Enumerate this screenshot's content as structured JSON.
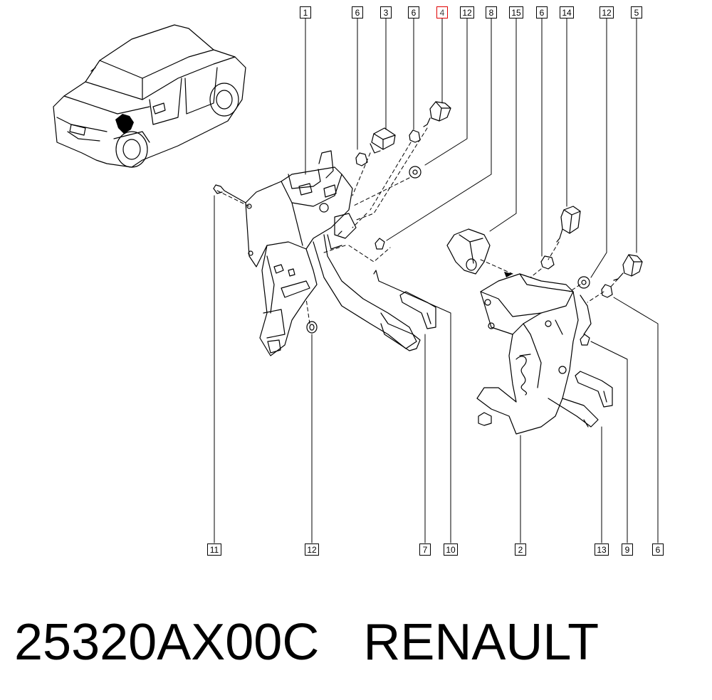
{
  "callouts": {
    "top": [
      "1",
      "6",
      "3",
      "6",
      "4",
      "12",
      "8",
      "15",
      "6",
      "14",
      "12",
      "5"
    ],
    "bottom": [
      "11",
      "12",
      "7",
      "10",
      "2",
      "13",
      "9",
      "6"
    ],
    "highlighted": "4"
  },
  "footer": {
    "part_number": "25320AX00C",
    "brand": "RENAULT"
  },
  "colors": {
    "line": "#000000",
    "highlight": "#e00000",
    "background": "#ffffff"
  }
}
